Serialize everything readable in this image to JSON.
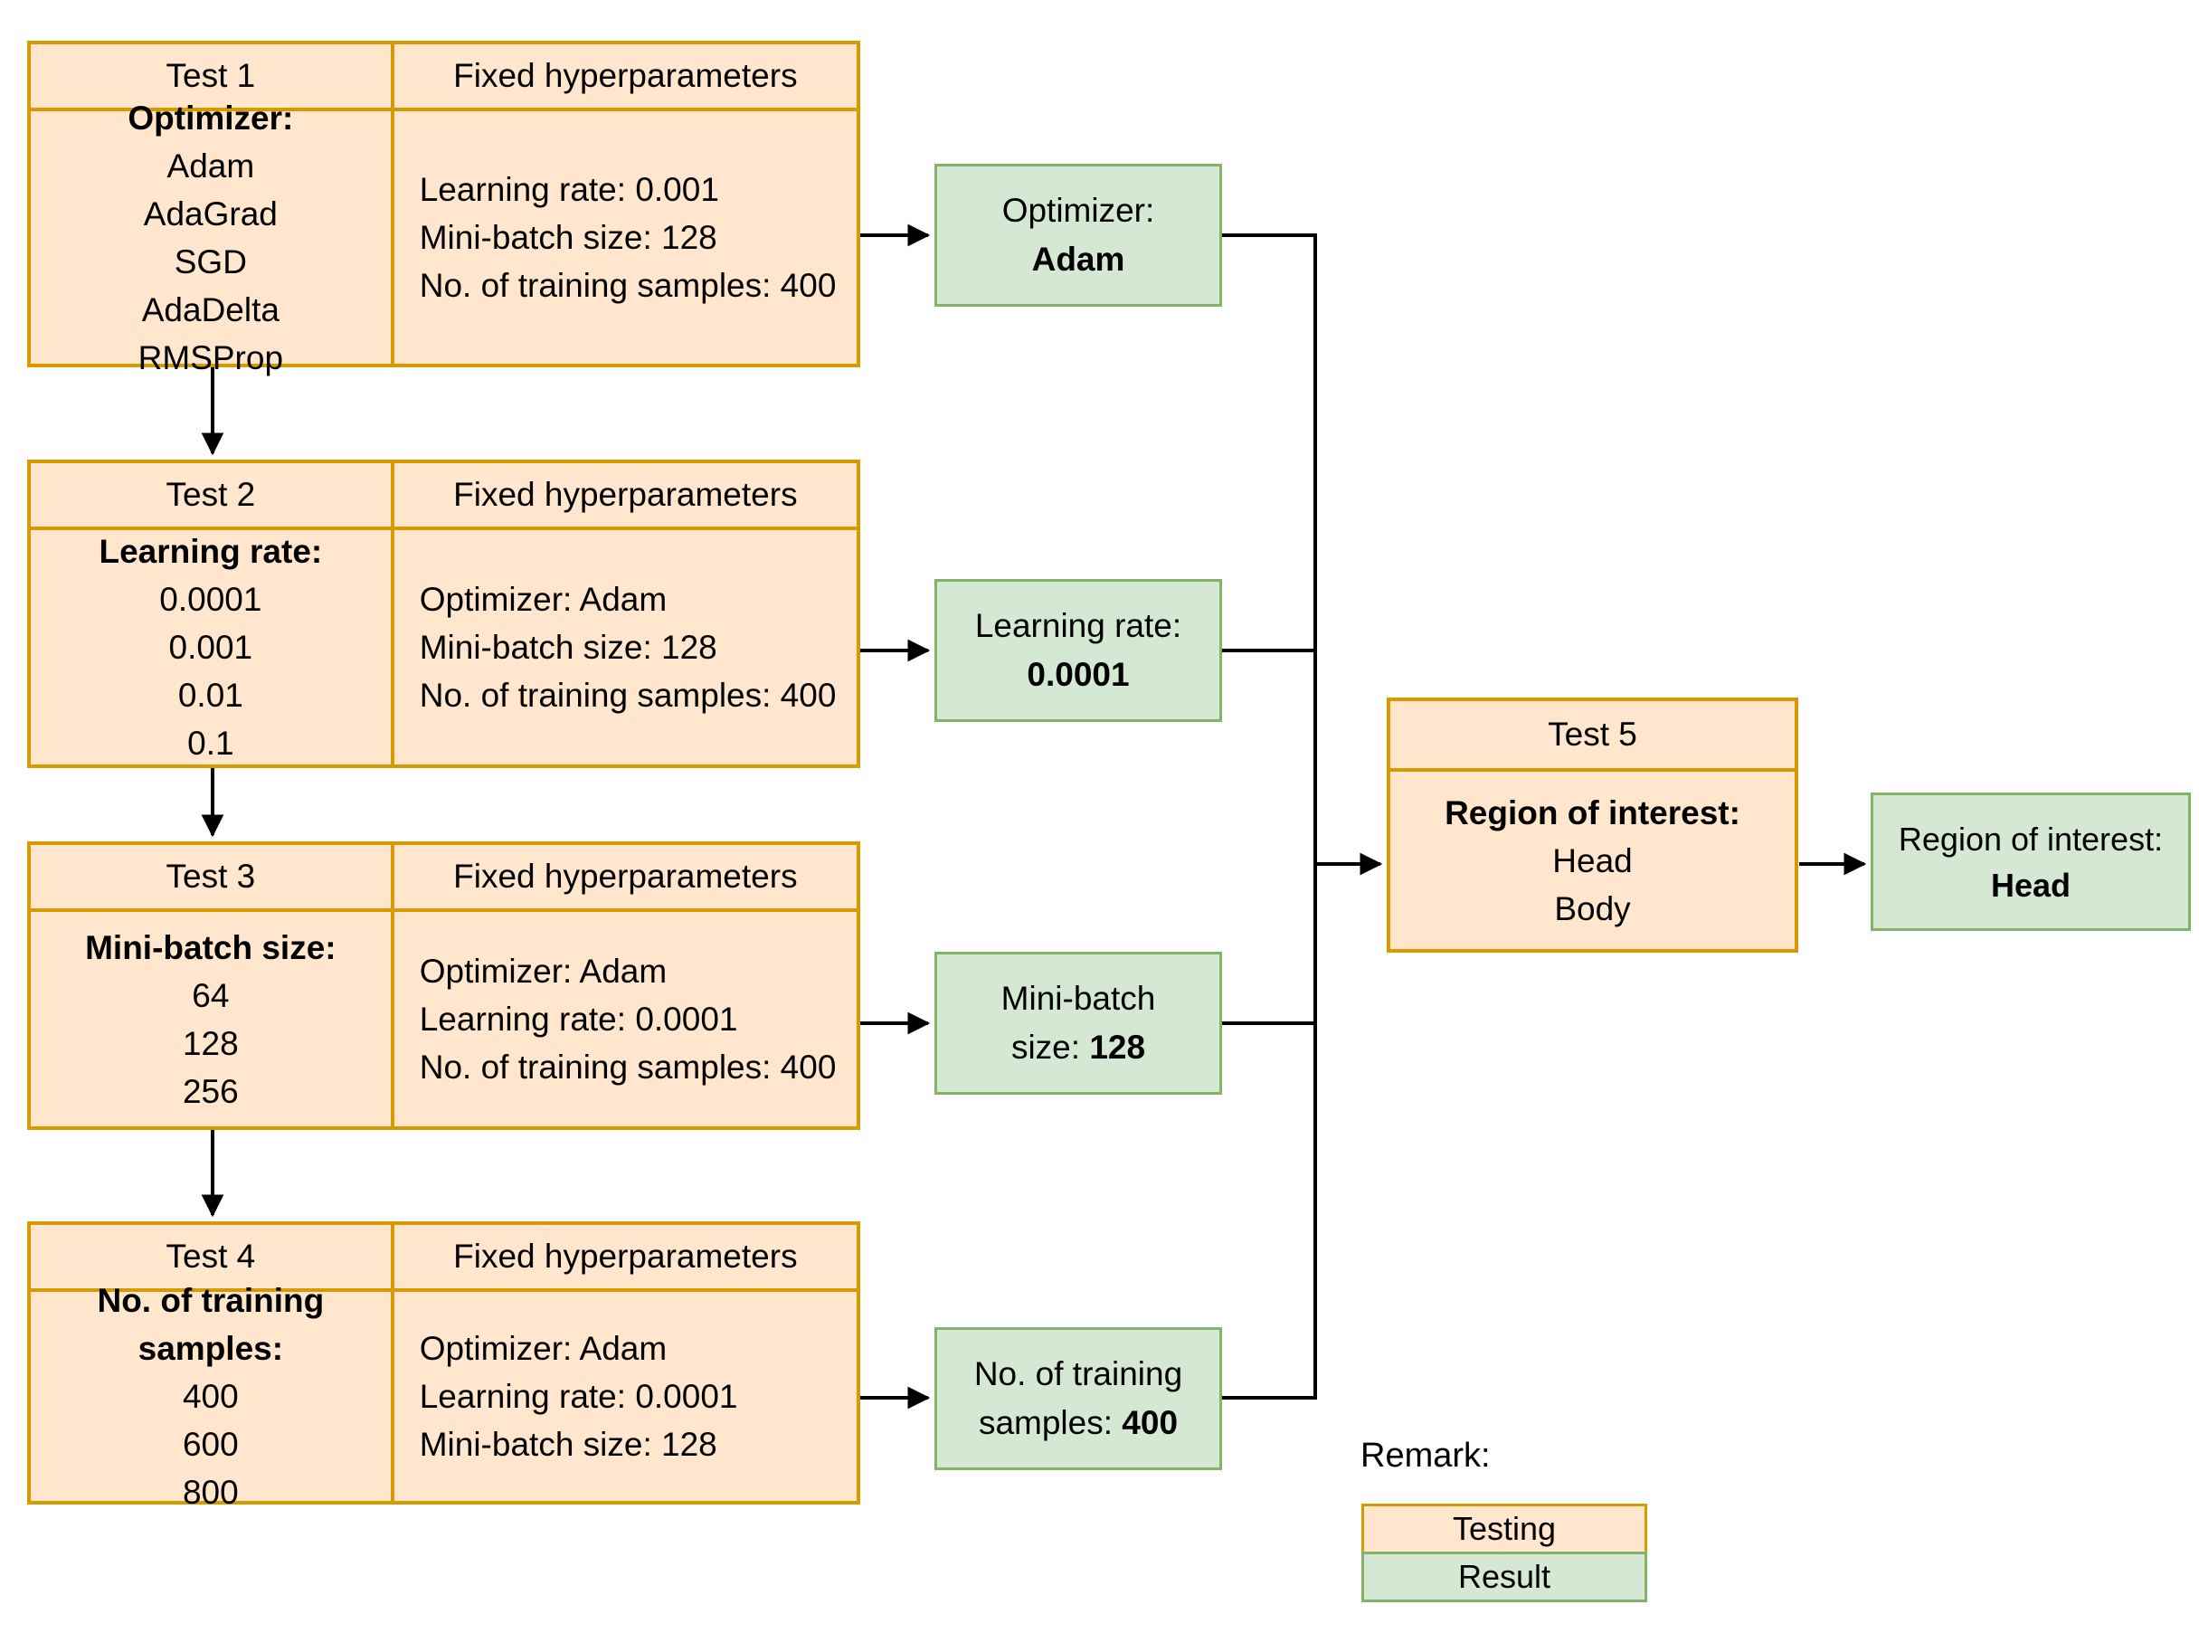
{
  "colors": {
    "testing_fill": "#ffe6cc",
    "testing_border": "#d79b00",
    "result_fill": "#d5e8d4",
    "result_border": "#82b366",
    "connector": "#000000",
    "text": "#000000"
  },
  "tests": [
    {
      "title": "Test 1",
      "fixed_header": "Fixed hyperparameters",
      "variable_label": "Optimizer:",
      "variable_values": [
        "Adam",
        "AdaGrad",
        "SGD",
        "AdaDelta",
        "RMSProp"
      ],
      "fixed_values": [
        "Learning rate: 0.001",
        "Mini-batch size: 128",
        "No. of training samples: 400"
      ]
    },
    {
      "title": "Test 2",
      "fixed_header": "Fixed hyperparameters",
      "variable_label": "Learning rate:",
      "variable_values": [
        "0.0001",
        "0.001",
        "0.01",
        "0.1"
      ],
      "fixed_values": [
        "Optimizer: Adam",
        "Mini-batch size: 128",
        "No. of training samples: 400"
      ]
    },
    {
      "title": "Test 3",
      "fixed_header": "Fixed hyperparameters",
      "variable_label": "Mini-batch size:",
      "variable_values": [
        "64",
        "128",
        "256"
      ],
      "fixed_values": [
        "Optimizer: Adam",
        "Learning rate: 0.0001",
        "No. of training samples: 400"
      ]
    },
    {
      "title": "Test 4",
      "fixed_header": "Fixed hyperparameters",
      "variable_label": "No. of training samples:",
      "variable_values": [
        "400",
        "600",
        "800"
      ],
      "fixed_values": [
        "Optimizer: Adam",
        "Learning rate: 0.0001",
        "Mini-batch size: 128"
      ]
    }
  ],
  "results": [
    {
      "line1": "Optimizer:",
      "line2_normal": "",
      "line2_bold": "Adam"
    },
    {
      "line1": "Learning rate:",
      "line2_normal": "",
      "line2_bold": "0.0001"
    },
    {
      "line1": "Mini-batch",
      "line2_normal": "size: ",
      "line2_bold": "128"
    },
    {
      "line1": "No. of training",
      "line2_normal": "samples: ",
      "line2_bold": "400"
    }
  ],
  "test5": {
    "title": "Test 5",
    "variable_label": "Region of interest:",
    "variable_values": [
      "Head",
      "Body"
    ]
  },
  "final_result": {
    "line1": "Region of interest:",
    "line2_bold": "Head"
  },
  "legend": {
    "remark_label": "Remark:",
    "testing_label": "Testing",
    "result_label": "Result"
  }
}
